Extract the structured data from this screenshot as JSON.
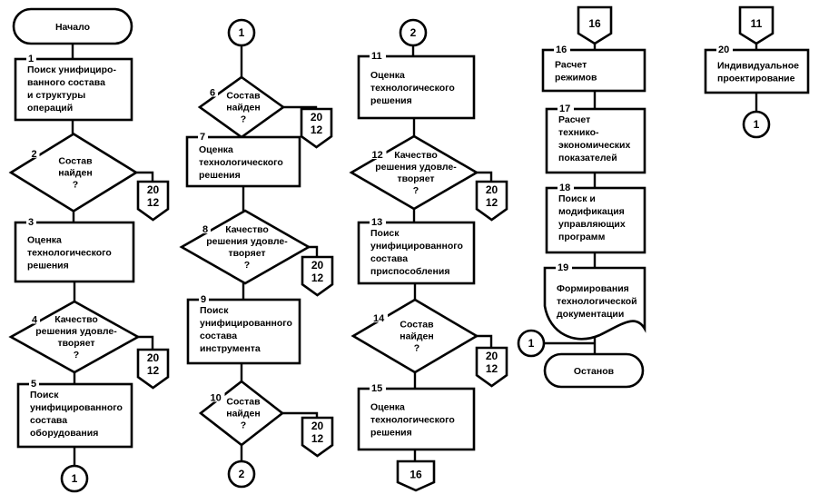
{
  "colors": {
    "stroke": "#000000",
    "background": "#ffffff"
  },
  "nodes": [
    {
      "id": "start",
      "type": "terminal",
      "number": "",
      "lines": [
        "Начало"
      ]
    },
    {
      "id": "n1",
      "type": "process",
      "number": "1",
      "lines": [
        "Поиск унифициро-",
        "ванного состава",
        "и структуры",
        "операций"
      ]
    },
    {
      "id": "n2",
      "type": "decision",
      "number": "2",
      "lines": [
        "Состав",
        "найден",
        "?"
      ]
    },
    {
      "id": "n3",
      "type": "process",
      "number": "3",
      "lines": [
        "Оценка",
        "технологического",
        "решения"
      ]
    },
    {
      "id": "n4",
      "type": "decision",
      "number": "4",
      "lines": [
        "Качество",
        "решения удовле-",
        "творяет",
        "?"
      ]
    },
    {
      "id": "n5",
      "type": "process",
      "number": "5",
      "lines": [
        "Поиск",
        "унифицированного",
        "состава",
        "оборудования"
      ]
    },
    {
      "id": "n6",
      "type": "decision",
      "number": "6",
      "lines": [
        "Состав",
        "найден",
        "?"
      ]
    },
    {
      "id": "n7",
      "type": "process",
      "number": "7",
      "lines": [
        "Оценка",
        "технологического",
        "решения"
      ]
    },
    {
      "id": "n8",
      "type": "decision",
      "number": "8",
      "lines": [
        "Качество",
        "решения удовле-",
        "творяет",
        "?"
      ]
    },
    {
      "id": "n9",
      "type": "process",
      "number": "9",
      "lines": [
        "Поиск",
        "унифицированного",
        "состава",
        "инструмента"
      ]
    },
    {
      "id": "n10",
      "type": "decision",
      "number": "10",
      "lines": [
        "Состав",
        "найден",
        "?"
      ]
    },
    {
      "id": "n11",
      "type": "process",
      "number": "11",
      "lines": [
        "Оценка",
        "технологического",
        "решения"
      ]
    },
    {
      "id": "n12",
      "type": "decision",
      "number": "12",
      "lines": [
        "Качество",
        "решения удовле-",
        "творяет",
        "?"
      ]
    },
    {
      "id": "n13",
      "type": "process",
      "number": "13",
      "lines": [
        "Поиск",
        "унифицированного",
        "состава",
        "приспособления"
      ]
    },
    {
      "id": "n14",
      "type": "decision",
      "number": "14",
      "lines": [
        "Состав",
        "найден",
        "?"
      ]
    },
    {
      "id": "n15",
      "type": "process",
      "number": "15",
      "lines": [
        "Оценка",
        "технологического",
        "решения"
      ]
    },
    {
      "id": "n16",
      "type": "process",
      "number": "16",
      "lines": [
        "Расчет",
        "режимов"
      ]
    },
    {
      "id": "n17",
      "type": "process",
      "number": "17",
      "lines": [
        "Расчет",
        "технико-",
        "экономических",
        "показателей"
      ]
    },
    {
      "id": "n18",
      "type": "process",
      "number": "18",
      "lines": [
        "Поиск и",
        "модификация",
        "управляющих",
        "программ"
      ]
    },
    {
      "id": "n19",
      "type": "document",
      "number": "19",
      "lines": [
        "Формирования",
        "технологической",
        "документации"
      ]
    },
    {
      "id": "stop",
      "type": "terminal",
      "number": "",
      "lines": [
        "Останов"
      ]
    },
    {
      "id": "n20",
      "type": "process",
      "number": "20",
      "lines": [
        "Индивидуальное",
        "проектирование"
      ]
    }
  ],
  "connectors": [
    {
      "id": "c1a",
      "type": "circle",
      "label": "1"
    },
    {
      "id": "c1b",
      "type": "circle",
      "label": "1"
    },
    {
      "id": "c2a",
      "type": "circle",
      "label": "2"
    },
    {
      "id": "c2b",
      "type": "circle",
      "label": "2"
    },
    {
      "id": "c1c",
      "type": "circle",
      "label": "1"
    },
    {
      "id": "c1d",
      "type": "circle",
      "label": "1"
    },
    {
      "id": "o2",
      "type": "offpage",
      "lines": [
        "20",
        "12"
      ]
    },
    {
      "id": "o4",
      "type": "offpage",
      "lines": [
        "20",
        "12"
      ]
    },
    {
      "id": "o6",
      "type": "offpage",
      "lines": [
        "20",
        "12"
      ]
    },
    {
      "id": "o8",
      "type": "offpage",
      "lines": [
        "20",
        "12"
      ]
    },
    {
      "id": "o10",
      "type": "offpage",
      "lines": [
        "20",
        "12"
      ]
    },
    {
      "id": "o12",
      "type": "offpage",
      "lines": [
        "20",
        "12"
      ]
    },
    {
      "id": "o14",
      "type": "offpage",
      "lines": [
        "20",
        "12"
      ]
    },
    {
      "id": "o15",
      "type": "offpage",
      "lines": [
        "16"
      ]
    },
    {
      "id": "oTop16",
      "type": "offpage",
      "lines": [
        "16"
      ]
    },
    {
      "id": "oTop11",
      "type": "offpage",
      "lines": [
        "11"
      ]
    }
  ]
}
